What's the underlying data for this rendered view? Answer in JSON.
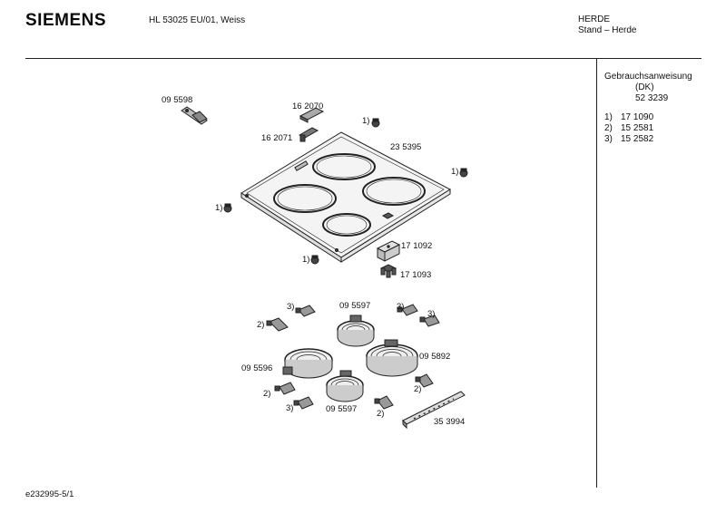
{
  "header": {
    "brand": "SIEMENS",
    "model": "HL 53025 EU/01, Weiss",
    "category": "HERDE",
    "subcategory": "Stand – Herde"
  },
  "side_panel": {
    "manual_title": "Gebrauchsanweisung",
    "manual_lang": "(DK)",
    "manual_number": "52 3239",
    "notes": [
      {
        "key": "1)",
        "value": "17 1090"
      },
      {
        "key": "2)",
        "value": "15 2581"
      },
      {
        "key": "3)",
        "value": "15 2582"
      }
    ]
  },
  "diagram": {
    "labels": {
      "p095598": "09 5598",
      "p162070": "16 2070",
      "p162071": "16 2071",
      "p235395": "23 5395",
      "p171092": "17 1092",
      "p171093": "17 1093",
      "p095597a": "09 5597",
      "p095597b": "09 5597",
      "p095596": "09 5596",
      "p095892": "09 5892",
      "p353994": "35 3994",
      "r1a": "1)",
      "r1b": "1)",
      "r1c": "1)",
      "r1d": "1)",
      "r2a": "2)",
      "r2b": "2)",
      "r2c": "2)",
      "r2d": "2)",
      "r3a": "3)",
      "r3b": "3)",
      "r3c": "3)",
      "r3d": "3)"
    }
  },
  "footer": {
    "code": "e232995-5/1"
  }
}
